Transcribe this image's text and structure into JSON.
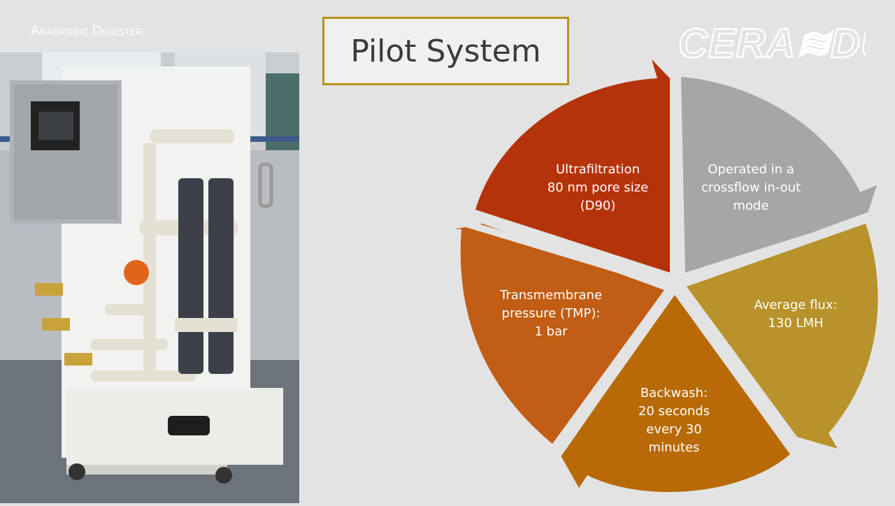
{
  "slide": {
    "section_label": "Anaerobic Digester",
    "title": "Pilot System",
    "logo_text": "CERA≋DUR."
  },
  "colors": {
    "title_border": "#b8921a",
    "segment_ultrafiltration": "#b5330a",
    "segment_crossflow": "#a6a6a6",
    "segment_flux": "#b8922a",
    "segment_backwash": "#b76a05",
    "segment_tmp": "#c15d14",
    "background": "#e3e3e3"
  },
  "cycle": {
    "segments": [
      {
        "id": "ultrafiltration",
        "lines": [
          "Ultrafiltration",
          "80 nm pore size",
          "(D90)"
        ]
      },
      {
        "id": "crossflow",
        "lines": [
          "Operated in  a",
          "crossflow  in-out",
          "mode"
        ]
      },
      {
        "id": "flux",
        "lines": [
          "Average flux:",
          "130 LMH"
        ]
      },
      {
        "id": "backwash",
        "lines": [
          "Backwash:",
          "20 seconds",
          "every 30",
          "minutes"
        ]
      },
      {
        "id": "tmp",
        "lines": [
          "Transmembrane",
          "pressure (TMP):",
          "1 bar"
        ]
      }
    ]
  }
}
